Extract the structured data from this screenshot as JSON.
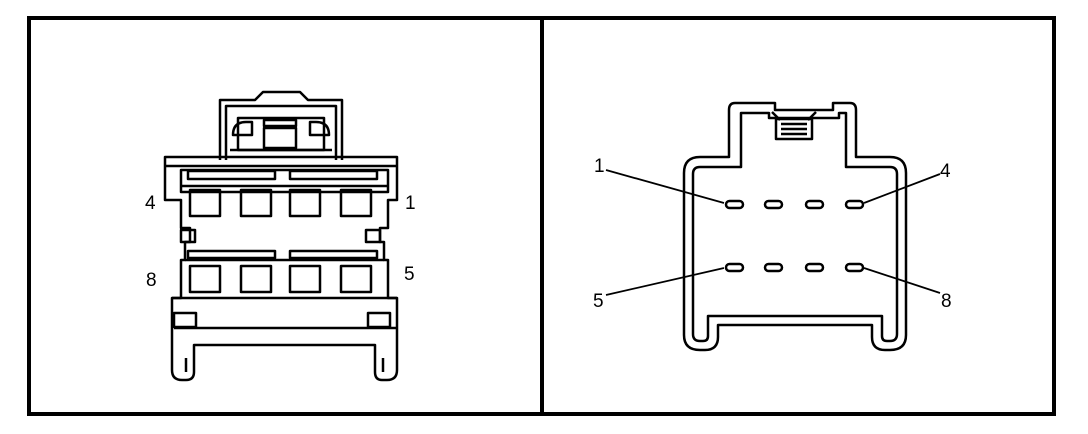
{
  "left_view": {
    "pin_labels": {
      "top_left": "4",
      "top_right": "1",
      "bottom_left": "8",
      "bottom_right": "5"
    }
  },
  "right_view": {
    "pin_labels": {
      "top_left": "1",
      "top_right": "4",
      "bottom_left": "5",
      "bottom_right": "8"
    }
  }
}
